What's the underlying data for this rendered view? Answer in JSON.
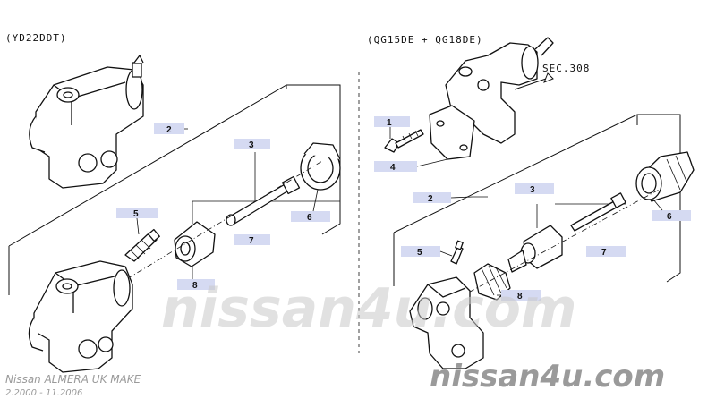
{
  "variants": {
    "left": "(YD22DDT)",
    "right": "(QG15DE + QG18DE)"
  },
  "section_ref": "SEC.308",
  "callouts_left": [
    "2",
    "3",
    "5",
    "6",
    "7",
    "8"
  ],
  "callouts_right": [
    "1",
    "2",
    "3",
    "4",
    "5",
    "6",
    "7",
    "8"
  ],
  "watermark": "nissan4u.com",
  "footer": {
    "title": "Nissan ALMERA UK MAKE",
    "dates": "2.2000 - 11.2006",
    "brand": "nissan4u.com"
  }
}
